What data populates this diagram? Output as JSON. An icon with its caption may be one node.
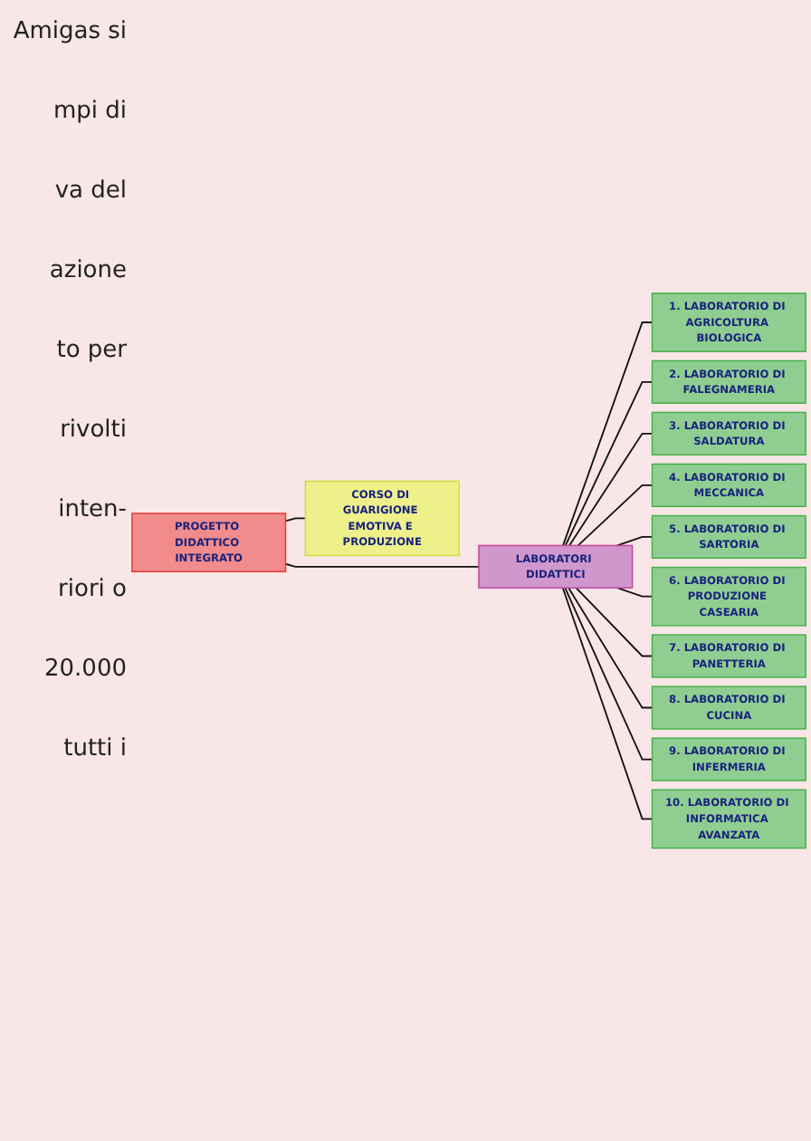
{
  "diagram": {
    "nodes": [
      {
        "text": [
          "PROGETTO DIDATTICO INTEGRATO"
        ]
      },
      {
        "text": [
          "CORSO DI GUARIGIONE EMOTIVA E PRODUZIONE"
        ]
      },
      {
        "text": [
          "LABORATORI DIDATTICI"
        ]
      },
      {
        "text": [
          "1. LABORATORIO DI AGRICOLTURA BIOLOGICA"
        ]
      },
      {
        "text": [
          "2. LABORATORIO DI FALEGNAMERIA"
        ]
      },
      {
        "text": [
          "3. LABORATORIO DI SALDATURA"
        ]
      },
      {
        "text": [
          "4. LABORATORIO DI MECCANICA"
        ]
      },
      {
        "text": [
          "5. LABORATORIO DI SARTORIA"
        ]
      },
      {
        "text": [
          "6. LABORATORIO DI PRODUZIONE CASEARIA"
        ]
      },
      {
        "text": [
          "7. LABORATORIO DI PANETTERIA"
        ]
      },
      {
        "text": [
          "8. LABORATORIO DI CUCINA"
        ]
      },
      {
        "text": [
          "9. LABORATORIO DI INFERMERIA"
        ]
      },
      {
        "text": [
          "10. LABORATORIO DI INFORMATICA AVANZATA"
        ]
      }
    ],
    "edges": [
      {
        "from": 0,
        "to": 1,
        "arrow": "none"
      },
      {
        "from": 0,
        "to": 2,
        "arrow": "none"
      },
      {
        "from": 2,
        "to": 3,
        "arrow": "none"
      },
      {
        "from": 2,
        "to": 4,
        "arrow": "none"
      },
      {
        "from": 2,
        "to": 5,
        "arrow": "none"
      },
      {
        "from": 2,
        "to": 6,
        "arrow": "none"
      },
      {
        "from": 2,
        "to": 7,
        "arrow": "none"
      },
      {
        "from": 2,
        "to": 8,
        "arrow": "none"
      },
      {
        "from": 2,
        "to": 9,
        "arrow": "none"
      },
      {
        "from": 2,
        "to": 10,
        "arrow": "none"
      },
      {
        "from": 2,
        "to": 11,
        "arrow": "none"
      },
      {
        "from": 2,
        "to": 12,
        "arrow": "none"
      }
    ],
    "labels": [
      "Amigas si",
      "mpi di",
      "va del",
      "azione",
      "to per",
      "rivolti",
      "inten-",
      "riori o",
      "20.000",
      "tutti i"
    ]
  }
}
